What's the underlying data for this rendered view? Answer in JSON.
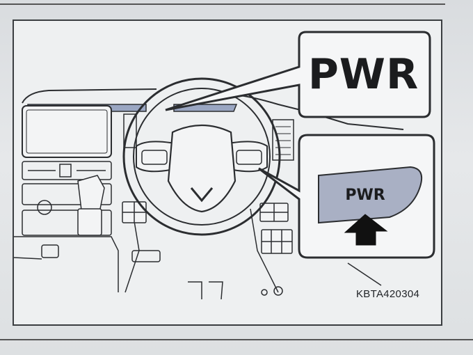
{
  "callout": {
    "label": "PWR"
  },
  "button": {
    "label": "PWR"
  },
  "figure": {
    "code": "KBTA420304"
  },
  "colors": {
    "button_fill": "#a9b0c4",
    "line": "#2b2d30",
    "panel": "#f3f4f5"
  },
  "icons": [
    "pwr-button-icon",
    "up-arrow-icon",
    "steering-wheel-icon"
  ]
}
